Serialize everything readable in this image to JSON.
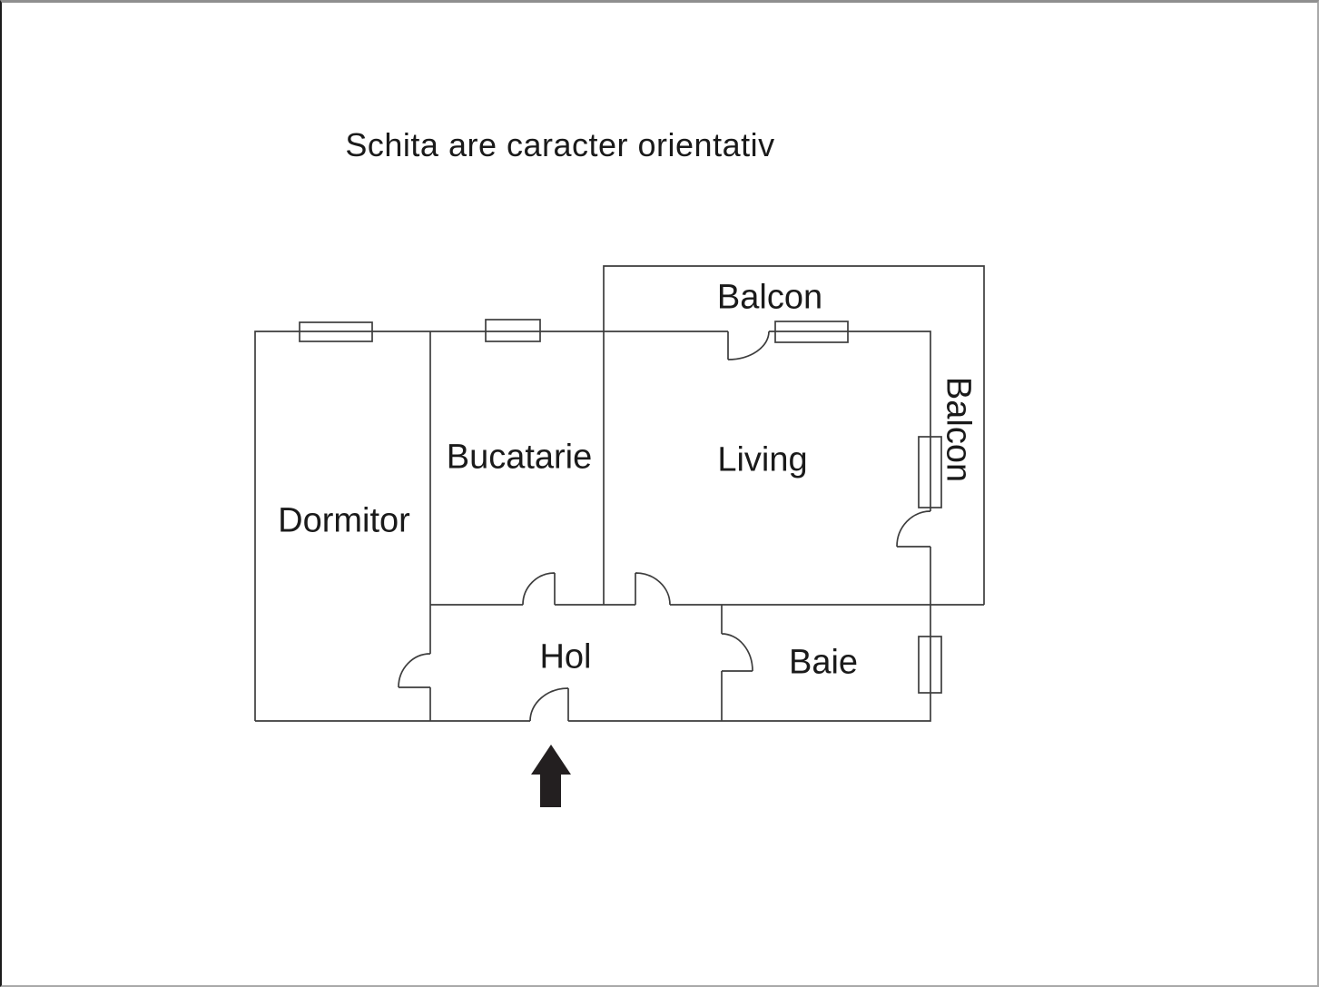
{
  "title": "Schita are caracter orientativ",
  "rooms": {
    "dormitor": {
      "label": "Dormitor"
    },
    "bucatarie": {
      "label": "Bucatarie"
    },
    "living": {
      "label": "Living"
    },
    "hol": {
      "label": "Hol"
    },
    "baie": {
      "label": "Baie"
    },
    "balcon_top": {
      "label": "Balcon"
    },
    "balcon_right": {
      "label": "Balcon"
    }
  },
  "colors": {
    "background": "#ffffff",
    "wall": "#3d3d3d",
    "text": "#1a1a1a",
    "arrow": "#231f20"
  }
}
